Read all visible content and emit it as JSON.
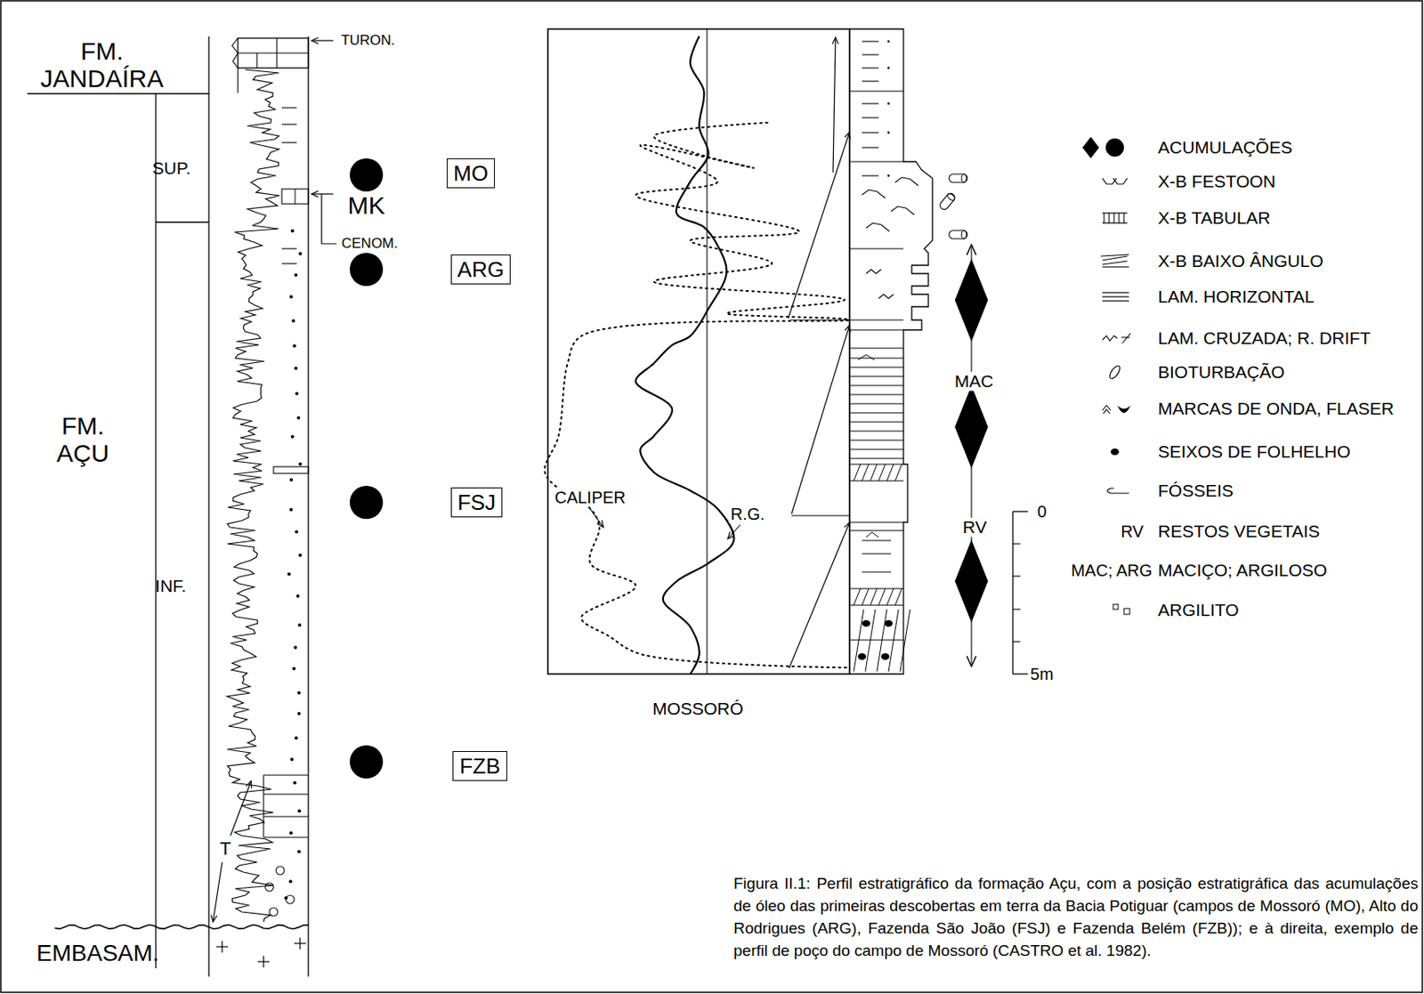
{
  "diagram": {
    "caption": "Figura II.1: Perfil estratigráfico da formação Açu, com a posição estratigráfica das acumulações de óleo das primeiras descobertas em terra da Bacia Potiguar (campos de Mossoró (MO), Alto do Rodrigues (ARG), Fazenda São João (FSJ) e Fazenda Belém (FZB)); e à direita, exemplo de perfil de poço do campo de Mossoró (CASTRO et al. 1982).",
    "nodes": [
      {
        "text": [
          "MO"
        ]
      },
      {
        "text": [
          "ARG"
        ]
      },
      {
        "text": [
          "FSJ"
        ]
      },
      {
        "text": [
          "FZB"
        ]
      }
    ],
    "labels": [
      "FM. JANDAÍRA",
      "TURON.",
      "SUP.",
      "MK",
      "CENOM.",
      "FM. AÇU",
      "INF.",
      "T",
      "EMBASAM.",
      "CALIPER",
      "R.G.",
      "MAC",
      "RV",
      "0",
      "5m",
      "MOSSORÓ",
      "RV",
      "MAC; ARG"
    ],
    "legend": [
      {
        "text": "ACUMULAÇÕES"
      },
      {
        "text": "X-B FESTOON"
      },
      {
        "text": "X-B TABULAR"
      },
      {
        "text": "X-B BAIXO ÂNGULO"
      },
      {
        "text": "LAM. HORIZONTAL"
      },
      {
        "text": "LAM. CRUZADA; R. DRIFT"
      },
      {
        "text": "BIOTURBAÇÃO"
      },
      {
        "text": "MARCAS DE ONDA, FLASER"
      },
      {
        "text": "SEIXOS DE FOLHELHO"
      },
      {
        "text": "FÓSSEIS"
      },
      {
        "text": "RESTOS VEGETAIS"
      },
      {
        "text": "MACIÇO; ARGILOSO"
      },
      {
        "text": "ARGILITO"
      }
    ]
  }
}
